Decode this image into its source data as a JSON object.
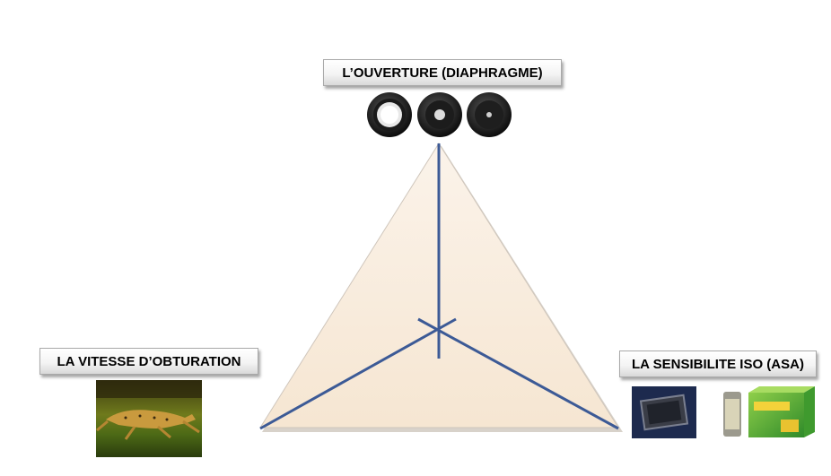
{
  "diagram": {
    "labels": {
      "aperture": "L’OUVERTURE (DIAPHRAGME)",
      "shutter_speed": "LA VITESSE D’OBTURATION",
      "iso": "LA SENSIBILITE ISO (ASA)"
    },
    "images": {
      "aperture": "three camera lenses at different aperture openings",
      "shutter_speed": "running cheetah photo",
      "iso": "digital image sensor and 35mm film roll"
    },
    "colors": {
      "triangle_fill": "#f9ebdc",
      "triangle_edge": "#c9c0b6",
      "axis_lines": "#3c5a96"
    }
  }
}
